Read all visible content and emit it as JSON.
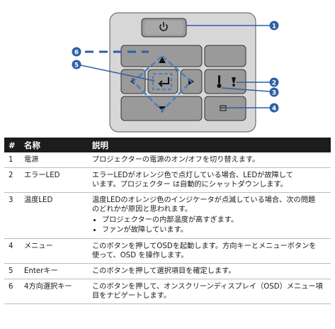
{
  "diagram": {
    "callouts": [
      "1",
      "2",
      "3",
      "4",
      "5",
      "6"
    ],
    "icons": {
      "power": "power-icon",
      "left": "arrow-left-icon",
      "right": "arrow-right-icon",
      "up": "arrow-up-icon",
      "down": "arrow-down-icon",
      "enter": "enter-icon",
      "temp": "thermometer-icon",
      "error": "warning-lamp-icon",
      "menu": "menu-icon"
    },
    "colors": {
      "callout": "#2d5fa8",
      "dpad": "#4a7fc1",
      "panel": "#d7d7d7",
      "button": "#9a9a9a"
    }
  },
  "table": {
    "headers": {
      "no": "#",
      "name": "名称",
      "desc": "説明"
    },
    "rows": [
      {
        "no": "1",
        "name": "電源",
        "desc": [
          "プロジェクターの電源のオン/オフを切り替えます。"
        ]
      },
      {
        "no": "2",
        "name": "エラーLED",
        "desc": [
          "エラーLEDがオレンジ色で点灯している場合、LEDが故障して",
          "います。プロジェクター は自動的にシャットダウンします。"
        ]
      },
      {
        "no": "3",
        "name": "温度LED",
        "desc": [
          "温度LEDのオレンジ色のインジケータが点滅している場合、次の問題",
          "のどれかが原因と思われます。"
        ],
        "bullets": [
          "プロジェクターの内部温度が高すぎます。",
          "ファンが故障しています。"
        ]
      },
      {
        "no": "4",
        "name": "メニュー",
        "desc": [
          "このボタンを押してOSDを起動します。方向キーとメニューボタンを",
          "使って、OSD を操作します。"
        ]
      },
      {
        "no": "5",
        "name": "Enterキー",
        "desc": [
          "このボタンを押して選択項目を確定します。"
        ]
      },
      {
        "no": "6",
        "name": "4方向選択キー",
        "desc": [
          "このボタンを押して、オンスクリーンディスプレイ（OSD）メニュー項",
          "目をナビゲートします。"
        ]
      }
    ]
  }
}
